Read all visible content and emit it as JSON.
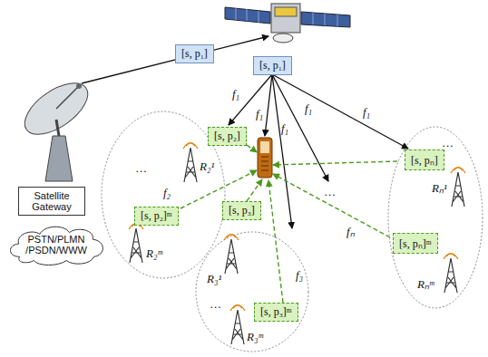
{
  "diagram": {
    "nodes": [
      {
        "text": [
          "[s, p₁]"
        ]
      },
      {
        "text": [
          "[s, p₁]"
        ]
      },
      {
        "text": [
          "[s, p₂]"
        ]
      },
      {
        "text": [
          "[s, p₂]ᵐ"
        ]
      },
      {
        "text": [
          "[s, p₃]"
        ]
      },
      {
        "text": [
          "[s, p₃]ᵐ"
        ]
      },
      {
        "text": [
          "[s, pₙ]"
        ]
      },
      {
        "text": [
          "[s, pₙ]ᵐ"
        ]
      },
      {
        "text": [
          "Satellite Gateway"
        ]
      },
      {
        "text": [
          "PSTN/PLMN /PSDN/WWW"
        ]
      }
    ],
    "labels": [
      "f₁",
      "f₁",
      "f₁",
      "f₁",
      "f₁",
      "f₂",
      "f₃",
      "fₙ",
      "R₂¹",
      "R₂ᵐ",
      "R₃¹",
      "R₃ᵐ",
      "Rₙ¹",
      "Rₙᵐ",
      "…",
      "…",
      "…",
      "…"
    ]
  }
}
